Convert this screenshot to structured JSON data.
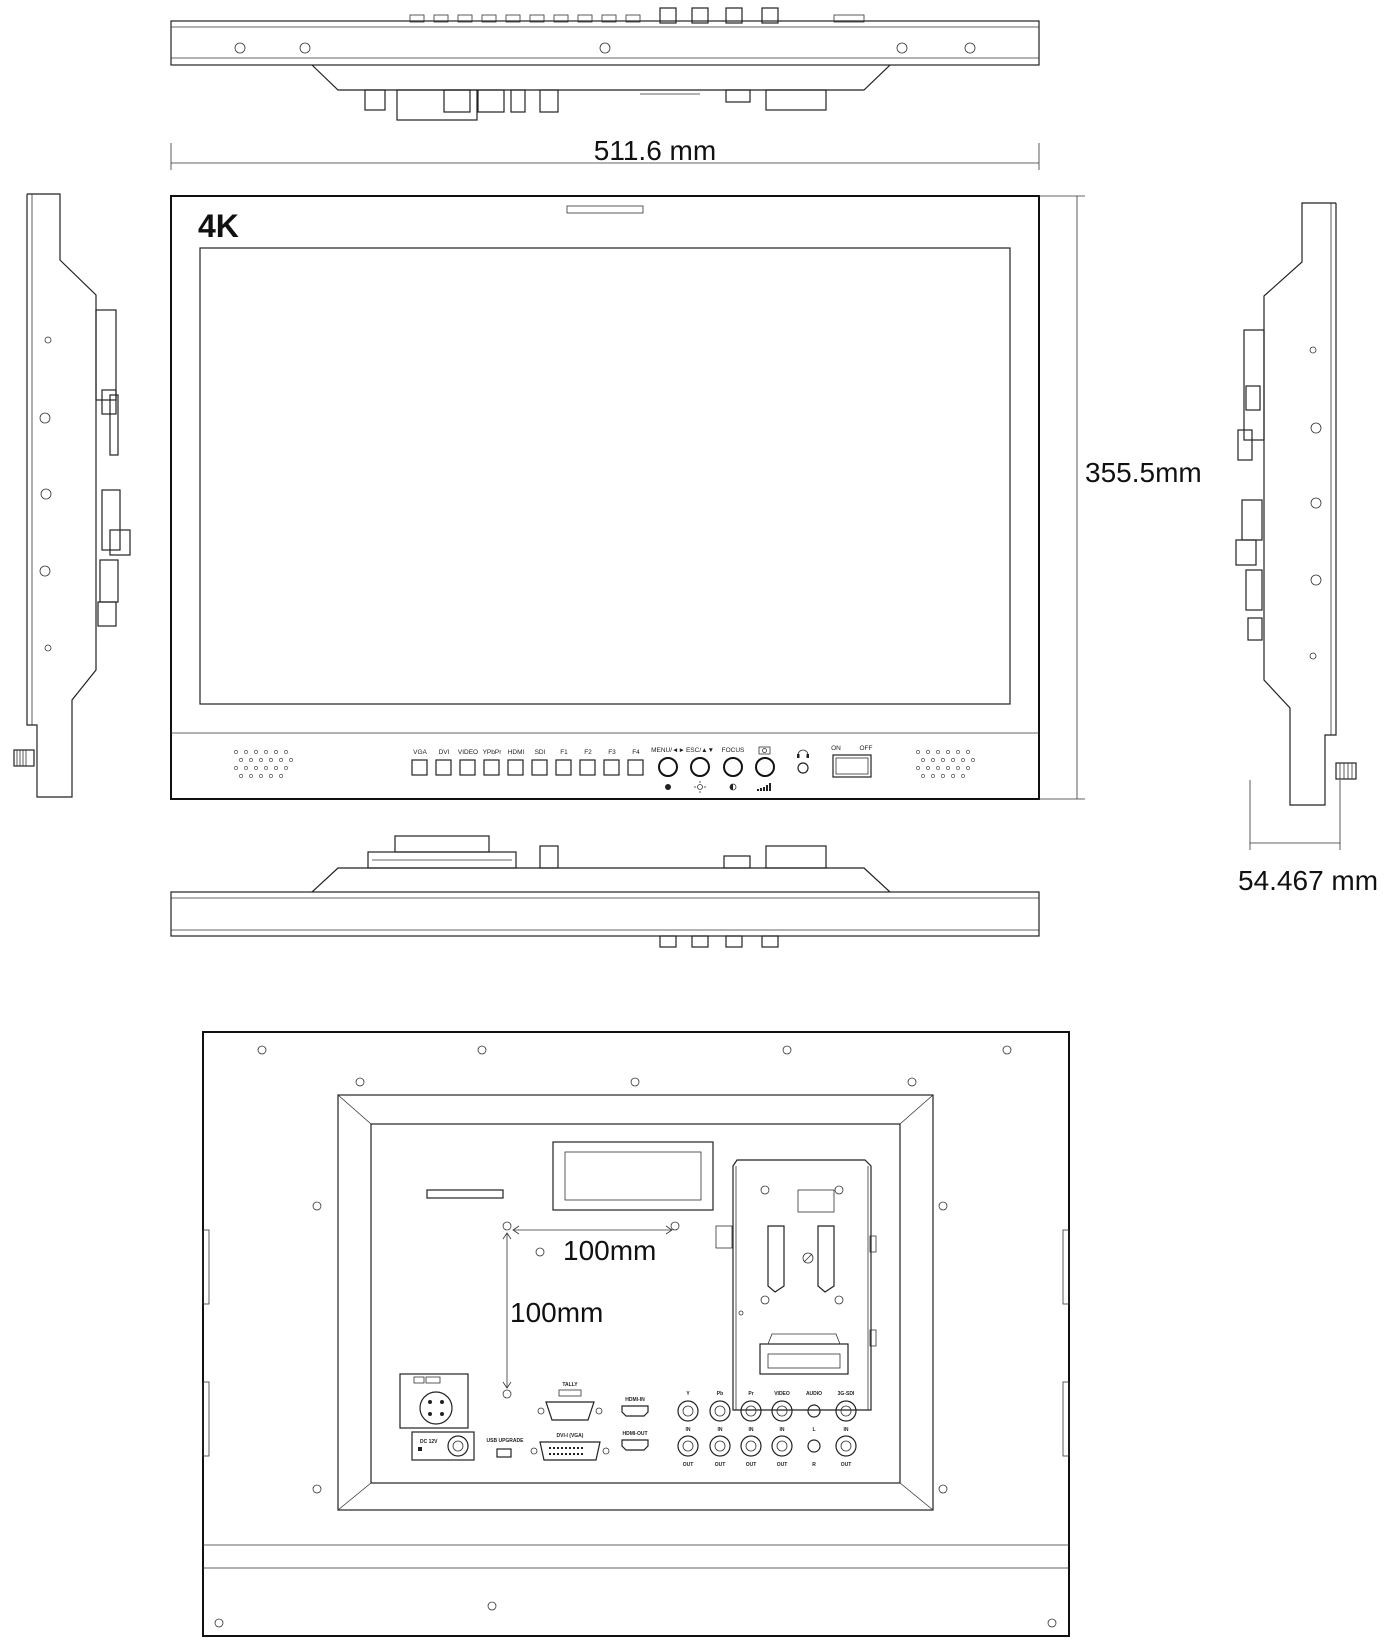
{
  "dimensions": {
    "width": "511.6 mm",
    "height": "355.5mm",
    "depth": "54.467 mm",
    "vesa_h": "100mm",
    "vesa_v": "100mm"
  },
  "front": {
    "badge": "4K",
    "buttons": [
      "VGA",
      "DVI",
      "VIDEO",
      "YPbPr",
      "HDMI",
      "SDI",
      "F1",
      "F2",
      "F3",
      "F4"
    ],
    "knobs": [
      "MENU/◄►",
      "ESC/▲▼",
      "FOCUS"
    ],
    "power_on": "ON",
    "power_off": "OFF"
  },
  "rear": {
    "tally": "TALLY",
    "dc_label": "DC 12V",
    "usb_label": "USB UPGRADE",
    "dvi_label": "DVI-I (VGA)",
    "hdmi_in": "HDMI-IN",
    "hdmi_out": "HDMI-OUT",
    "bnc_columns": [
      "Y",
      "Pb",
      "Pr",
      "VIDEO",
      "AUDIO",
      "3G-SDI"
    ],
    "in_label": "IN",
    "out_label": "OUT",
    "audio_l": "L",
    "audio_r": "R"
  }
}
